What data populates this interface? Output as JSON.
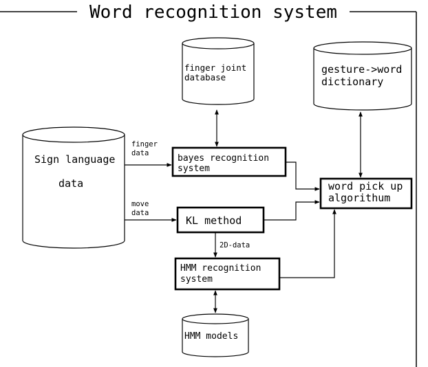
{
  "title": "Word recognition system",
  "databases": {
    "sign_language_data": [
      "Sign language",
      "data"
    ],
    "finger_joint_db": [
      "finger joint",
      "database"
    ],
    "gesture_dict": [
      "gesture->word",
      "dictionary"
    ],
    "hmm_models": "HMM models"
  },
  "processes": {
    "bayes": [
      "bayes recognition",
      "system"
    ],
    "kl": "KL method",
    "hmm": [
      "HMM recognition",
      "system"
    ],
    "word_pick": [
      "word pick up",
      "algorithum"
    ]
  },
  "edge_labels": {
    "finger_data": [
      "finger",
      "data"
    ],
    "move_data": [
      "move",
      "data"
    ],
    "two_d_data": "2D-data"
  }
}
